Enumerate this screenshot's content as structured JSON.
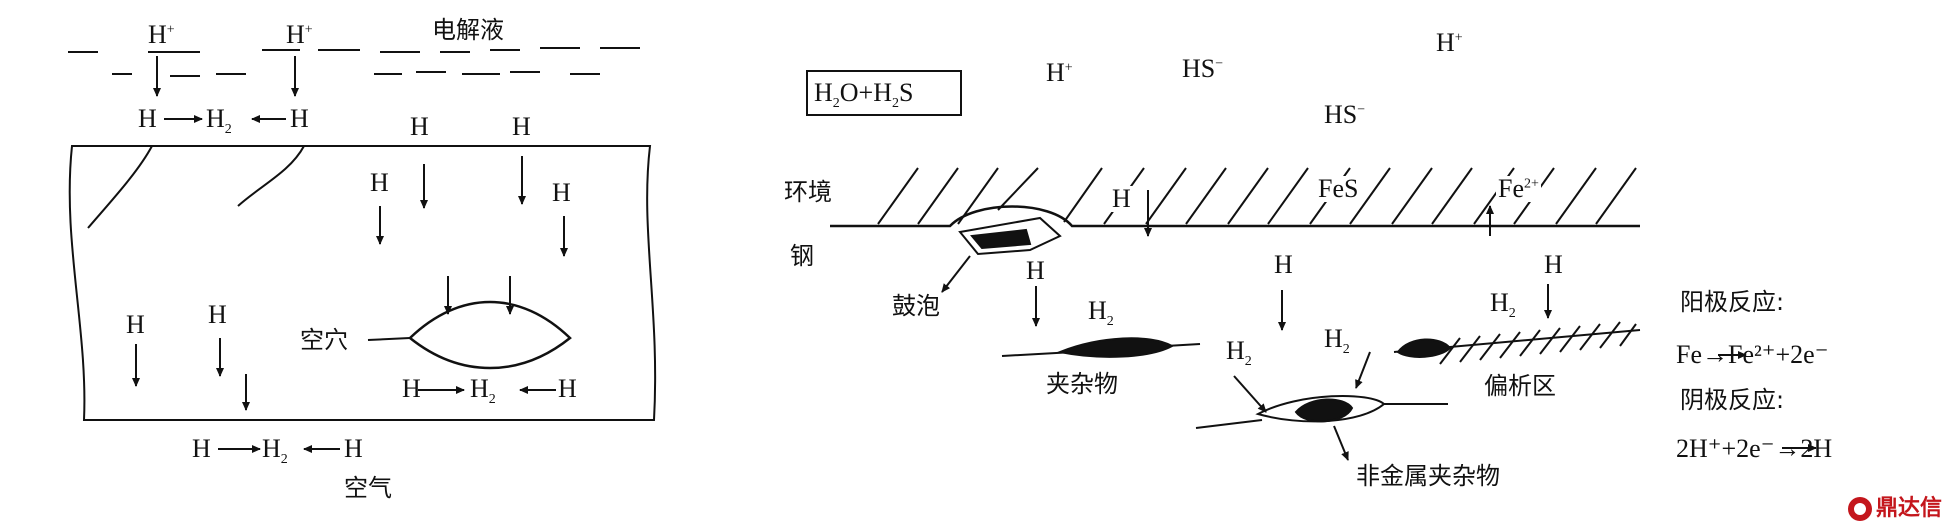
{
  "left_panel": {
    "electrolyte_label": "电解液",
    "h_plus": "H",
    "plus_sup": "+",
    "h": "H",
    "h2": "H",
    "sub2": "2",
    "void_label": "空穴",
    "air_label": "空气"
  },
  "right_panel": {
    "medium_box": {
      "h2o": "H",
      "sub2": "2",
      "o_plus": "O+H",
      "s": "S"
    },
    "hs_minus": "HS",
    "minus_sup": "−",
    "fes": "FeS",
    "fe": "Fe",
    "fe_sup": "2+",
    "environment_label": "环境",
    "steel_label": "钢",
    "blister_label": "鼓泡",
    "inclusion_label": "夹杂物",
    "nonmetal_inclusion_label": "非金属夹杂物",
    "segregation_label": "偏析区",
    "anode_title": "阳极反应:",
    "anode_eq": "Fe→Fe²⁺+2e⁻",
    "cathode_title": "阴极反应:",
    "cathode_eq": "2H⁺+2e⁻→2H"
  },
  "watermark": {
    "text": "鼎达信",
    "color": "#c4161c"
  }
}
